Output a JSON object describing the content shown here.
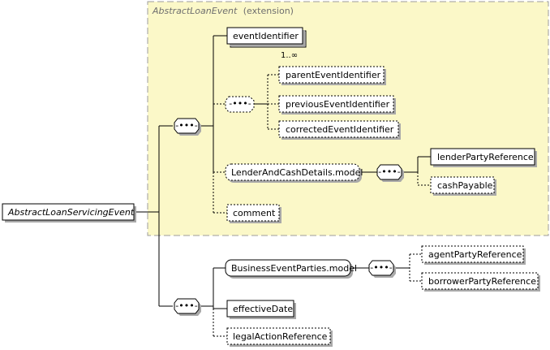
{
  "colors": {
    "extension_fill": "#fbf8c8",
    "extension_border": "#9c9c9c",
    "shadow": "#a9a9a9",
    "line": "#000000"
  },
  "extension_box": {
    "type_name": "AbstractLoanEvent",
    "suffix": "(extension)"
  },
  "root": {
    "label": "AbstractLoanServicingEvent"
  },
  "sequence_symbol": "-•••-",
  "elements": {
    "event_identifier": "eventIdentifier",
    "event_identifier_multiplicity": "1..∞",
    "parent_event_identifier": "parentEventIdentifier",
    "previous_event_identifier": "previousEventIdentifier",
    "corrected_event_identifier": "correctedEventIdentifier",
    "lender_and_cash_details_model": "LenderAndCashDetails.model",
    "lender_party_reference": "lenderPartyReference",
    "cash_payable": "cashPayable",
    "comment": "comment",
    "business_event_parties_model": "BusinessEventParties.model",
    "agent_party_reference": "agentPartyReference",
    "borrower_party_reference": "borrowerPartyReference",
    "effective_date": "effectiveDate",
    "legal_action_reference": "legalActionReference"
  }
}
